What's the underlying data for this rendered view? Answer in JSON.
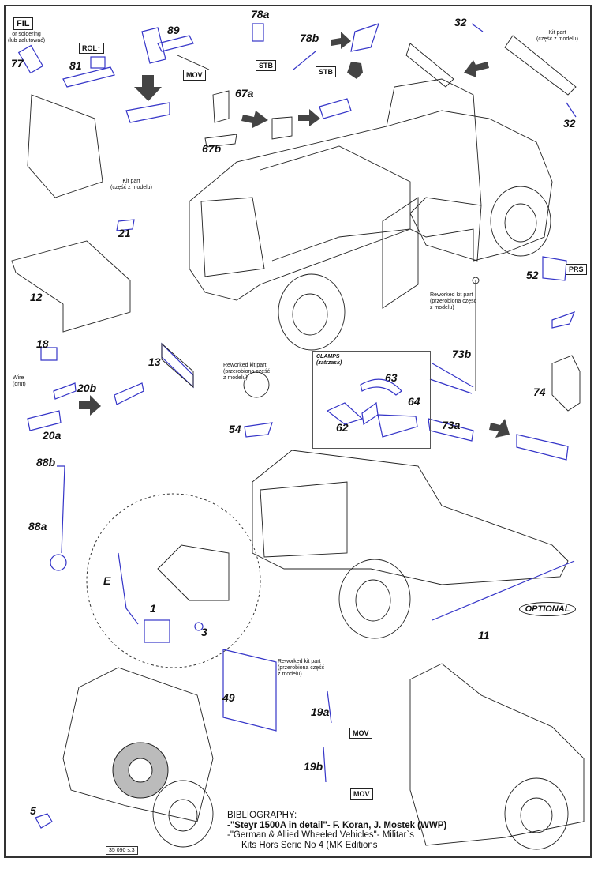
{
  "part_labels": {
    "p77": "77",
    "p81": "81",
    "p89": "89",
    "p78a": "78a",
    "p78b": "78b",
    "p32a": "32",
    "p32b": "32",
    "p67a": "67a",
    "p67b": "67b",
    "p21": "21",
    "p12": "12",
    "p52": "52",
    "p18": "18",
    "p20b": "20b",
    "p20a": "20a",
    "p13": "13",
    "p54": "54",
    "p63": "63",
    "p62": "62",
    "p64": "64",
    "p73b": "73b",
    "p73a": "73a",
    "p74": "74",
    "p88b": "88b",
    "p88a": "88a",
    "pE": "E",
    "p1": "1",
    "p3": "3",
    "p11": "11",
    "p49": "49",
    "p19a": "19a",
    "p19b": "19b",
    "p5": "5"
  },
  "tags": {
    "fil": "FIL",
    "rol": "ROL↑",
    "mov1": "MOV",
    "stb1": "STB",
    "stb2": "STB",
    "prs": "PRS",
    "mov2": "MOV",
    "mov3": "MOV"
  },
  "notes": {
    "soldering": [
      "or soldering",
      "(lub zalutować)"
    ],
    "kit_part_top": [
      "Kit part",
      "(część z modelu)"
    ],
    "kit_part_left": [
      "Kit part",
      "(część z modelu)"
    ],
    "wire": [
      "Wire",
      "(drut)"
    ],
    "reworked_54": [
      "Reworked kit part",
      "(przerobiona część",
      "z modelu)"
    ],
    "reworked_52": [
      "Reworked kit part",
      "(przerobiona część",
      "z modelu)"
    ],
    "reworked_19": [
      "Reworked kit part",
      "(przerobiona część",
      "z modelu)"
    ]
  },
  "clamps": {
    "title": "CLAMPS",
    "subtitle": "(zatrzask)"
  },
  "optional": "OPTIONAL",
  "bibliography": {
    "heading": "BIBLIOGRAPHY:",
    "line1": "-\"Steyr 1500A in detail\"- F. Koran, J. Mostek (WWP)",
    "line2": "-\"German & Allied Wheeled Vehicles\"- Militar`s",
    "line3": "Kits Hors Serie No 4 (MK Editions"
  },
  "page_code": "35 090 s.3",
  "colors": {
    "photoetch_parts": "#3535c8",
    "lines": "#222222"
  }
}
